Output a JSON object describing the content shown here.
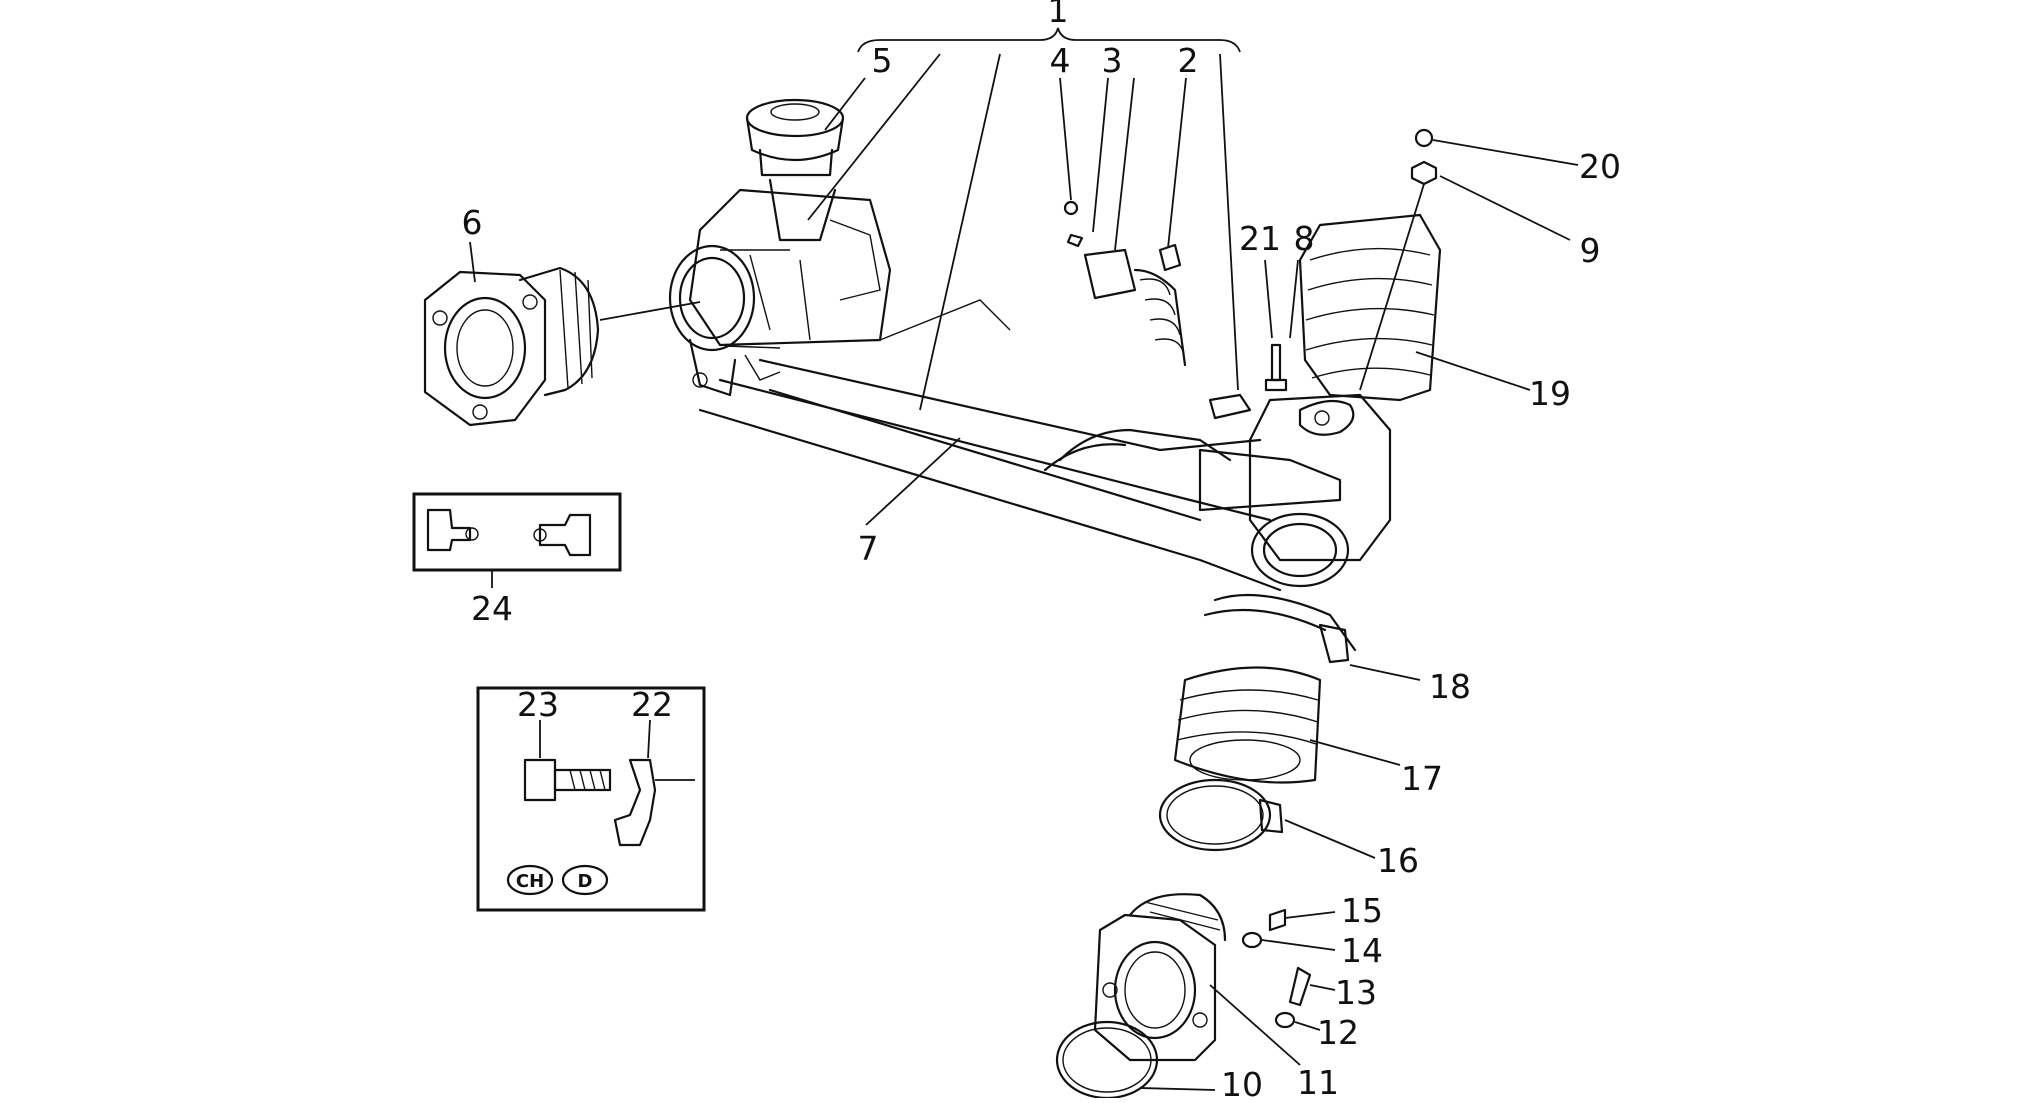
{
  "callouts": {
    "n1": "1",
    "n2": "2",
    "n3": "3",
    "n4": "4",
    "n5": "5",
    "n6": "6",
    "n7": "7",
    "n8": "8",
    "n9": "9",
    "n10": "10",
    "n11": "11",
    "n12": "12",
    "n13": "13",
    "n14": "14",
    "n15": "15",
    "n16": "16",
    "n17": "17",
    "n18": "18",
    "n19": "19",
    "n20": "20",
    "n21": "21",
    "n22": "22",
    "n23": "23",
    "n24": "24"
  },
  "badges": {
    "ch": "CH",
    "d": "D"
  }
}
